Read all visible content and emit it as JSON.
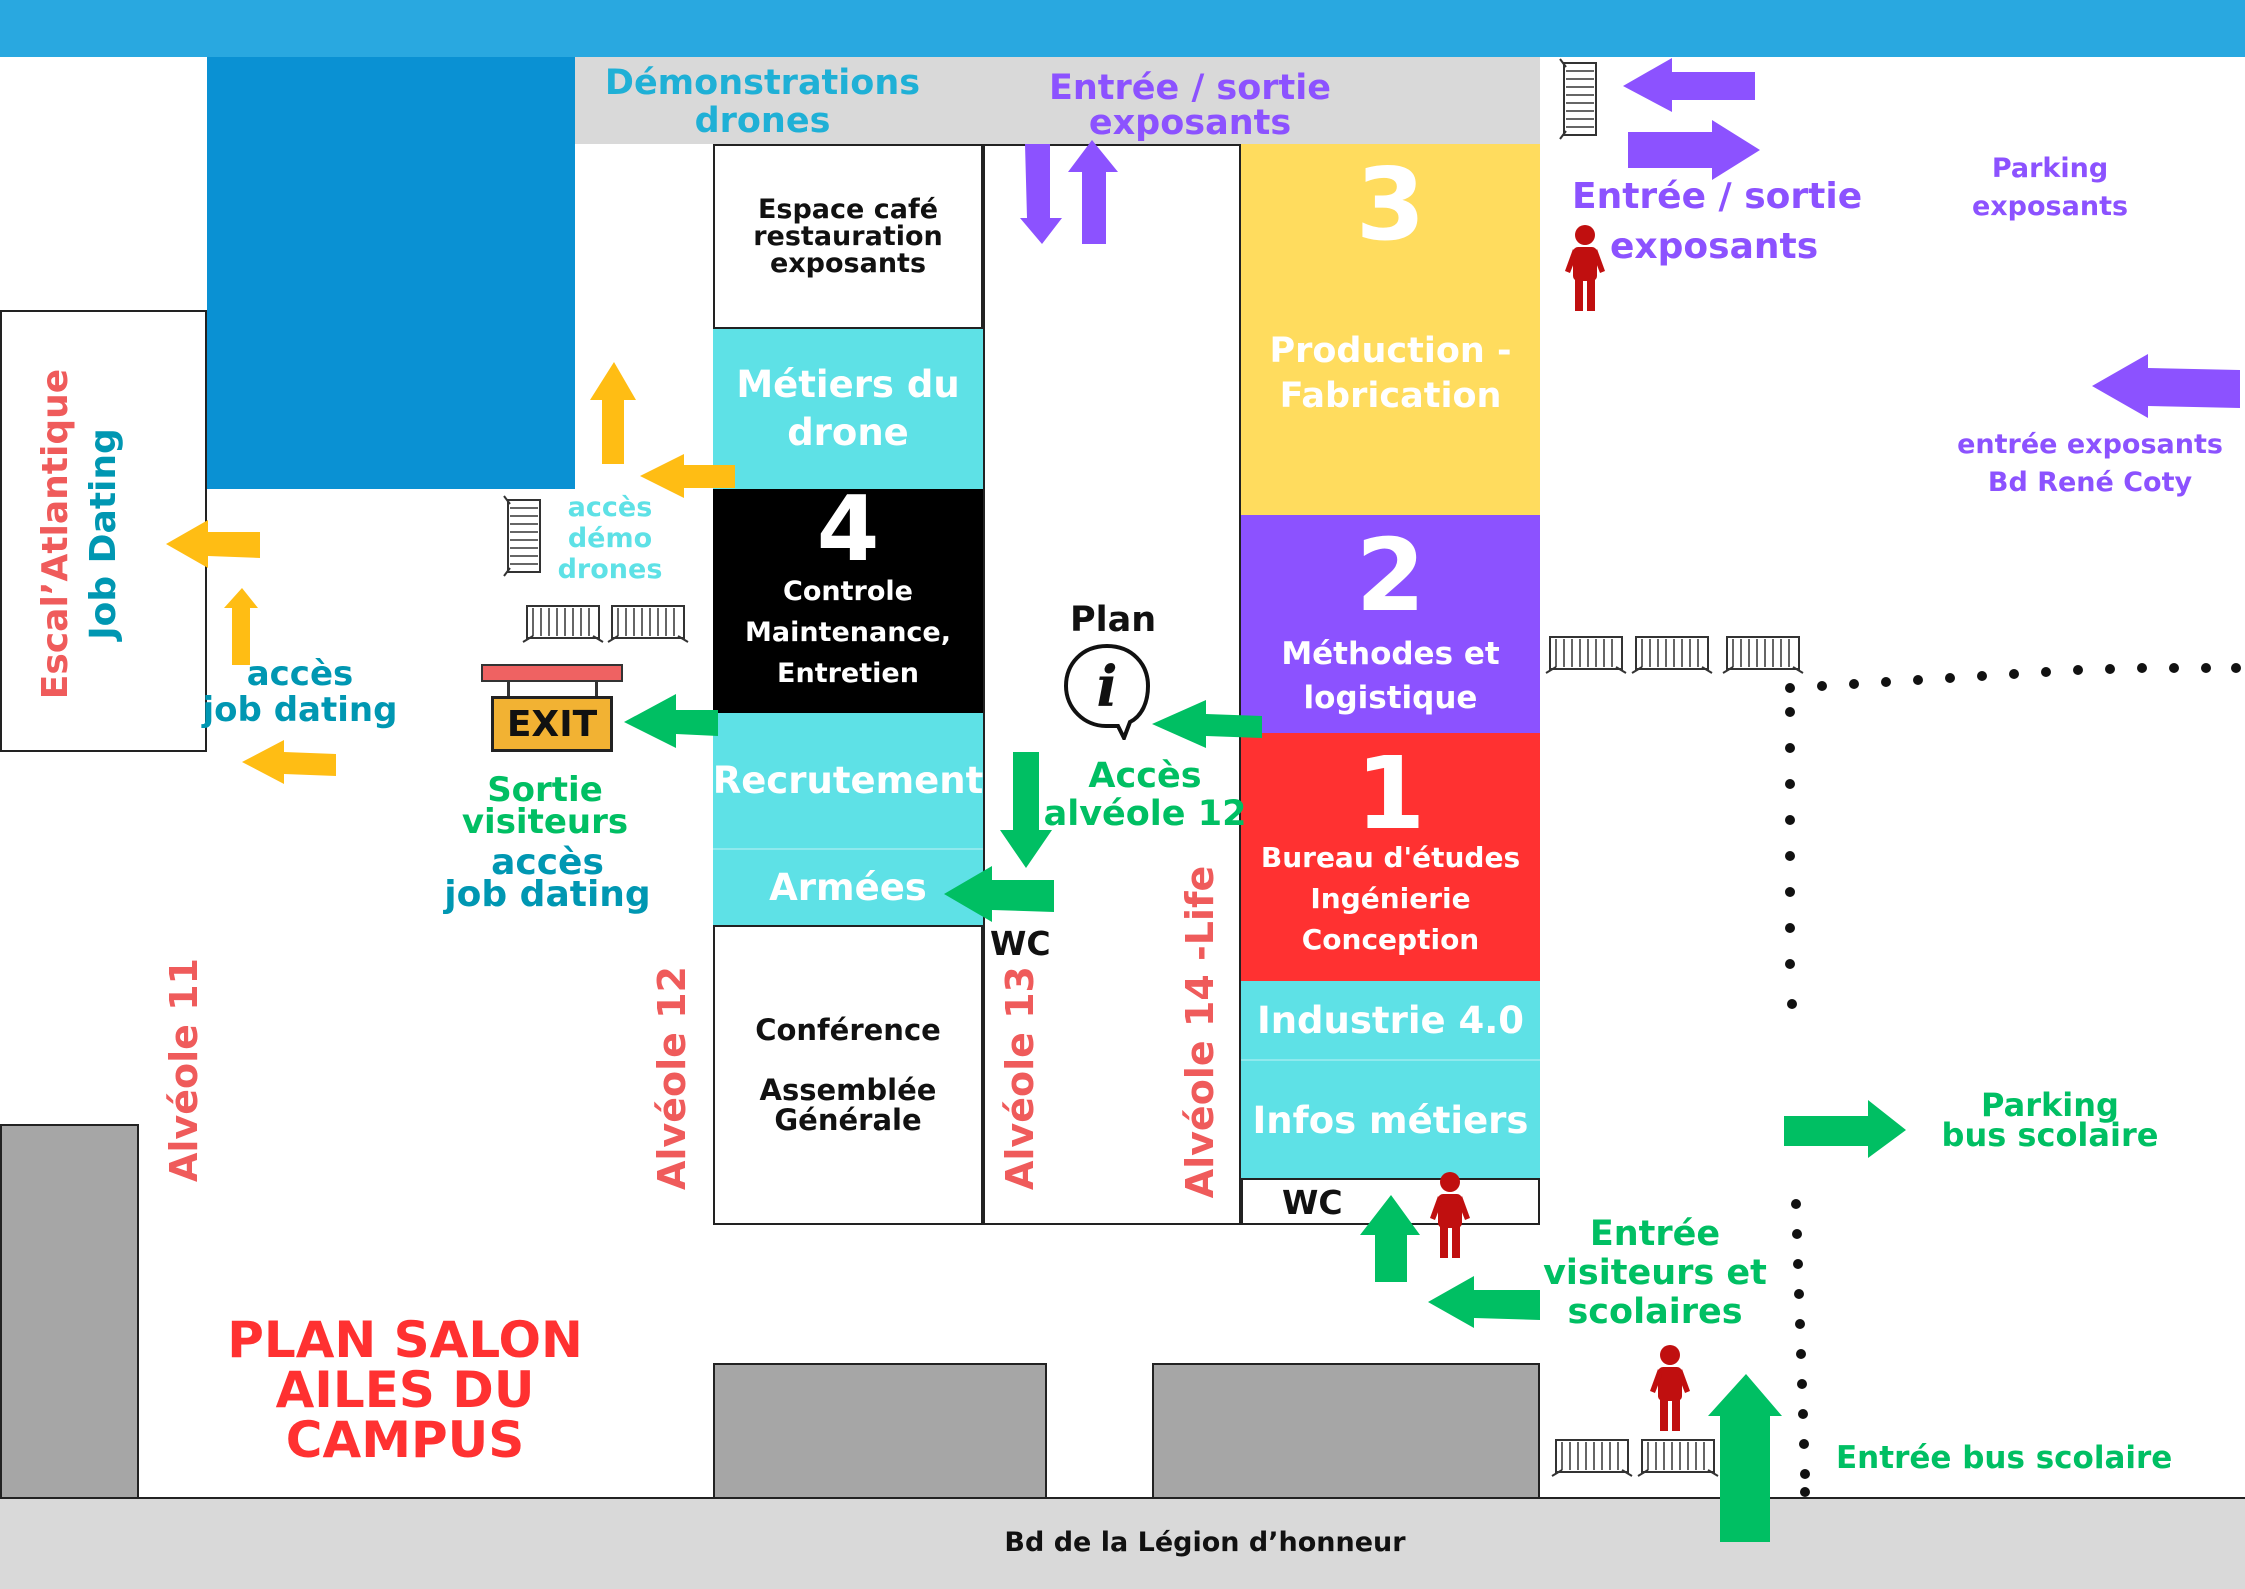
{
  "map_title": "PLAN SALON\nAILES DU\nCAMPUS",
  "street": "Bd de la Légion d’honneur",
  "zones": {
    "demos_drones": "Démonstrations\ndrones",
    "cafe": "Espace café\nrestauration\nexposants",
    "metiers_drone": "Métiers du\ndrone",
    "zone4_number": "4",
    "zone4_label": "Controle\nMaintenance,\nEntretien",
    "recrutement": "Recrutement",
    "armees": "Armées",
    "conference": "Conférence\n\nAssemblée\nGénérale",
    "zone3_number": "3",
    "zone3_label": "Production -\nFabrication",
    "zone2_number": "2",
    "zone2_label": "Méthodes et\nlogistique",
    "zone1_number": "1",
    "zone1_label": "Bureau d'études\nIngénierie\nConception",
    "industrie": "Industrie 4.0",
    "infos_metiers": "Infos métiers",
    "escal_line1": "Escal’Atlantique",
    "escal_line2": "Job Dating"
  },
  "alveoles": {
    "a11": "Alvéole 11",
    "a12": "Alvéole 12",
    "a13": "Alvéole 13",
    "a14": "Alvéole 14 -Life"
  },
  "labels": {
    "entree_sortie_exposants_top": "Entrée / sortie\nexposants",
    "entree_sortie_exposants_right_1": "Entrée / sortie",
    "entree_sortie_exposants_right_2": "exposants",
    "parking_exposants": "Parking\nexposants",
    "entree_exposants_bd": "entrée exposants\nBd René Coty",
    "acces_demo_drones": "accès\ndémo\ndrones",
    "acces_job_dating_left": "accès\njob dating",
    "exit_sign": "EXIT",
    "sortie_visiteurs": "Sortie\nvisiteurs",
    "acces_job_dating_center": "accès\njob dating",
    "plan": "Plan",
    "info_symbol": "i",
    "acces_alveole_12": "Accès\nalvéole 12",
    "wc_1": "WC",
    "wc_2": "WC",
    "parking_bus": "Parking\nbus scolaire",
    "entree_visiteurs": "Entrée\nvisiteurs et\nscolaires",
    "entree_bus": "Entrée bus scolaire"
  },
  "colors": {
    "top_band": "#29a8e0",
    "blue_block": "#0a91d3",
    "cyan": "#5ee1e6",
    "yellow": "#ffdc5e",
    "purple": "#8c52ff",
    "red": "#ff3131",
    "black": "#000000",
    "grey_building": "#a6a6a6",
    "road": "#d9d9d9",
    "green_arrow": "#00bf63",
    "yellow_arrow": "#ffbd14",
    "purple_arrow": "#8c52ff",
    "person": "#c00f0f",
    "salmon": "#ef5b5b",
    "teal_text": "#0097b2"
  },
  "icons": [
    "info-icon",
    "exit-sign-icon",
    "barrier-icon",
    "person-icon",
    "arrow-icon"
  ]
}
